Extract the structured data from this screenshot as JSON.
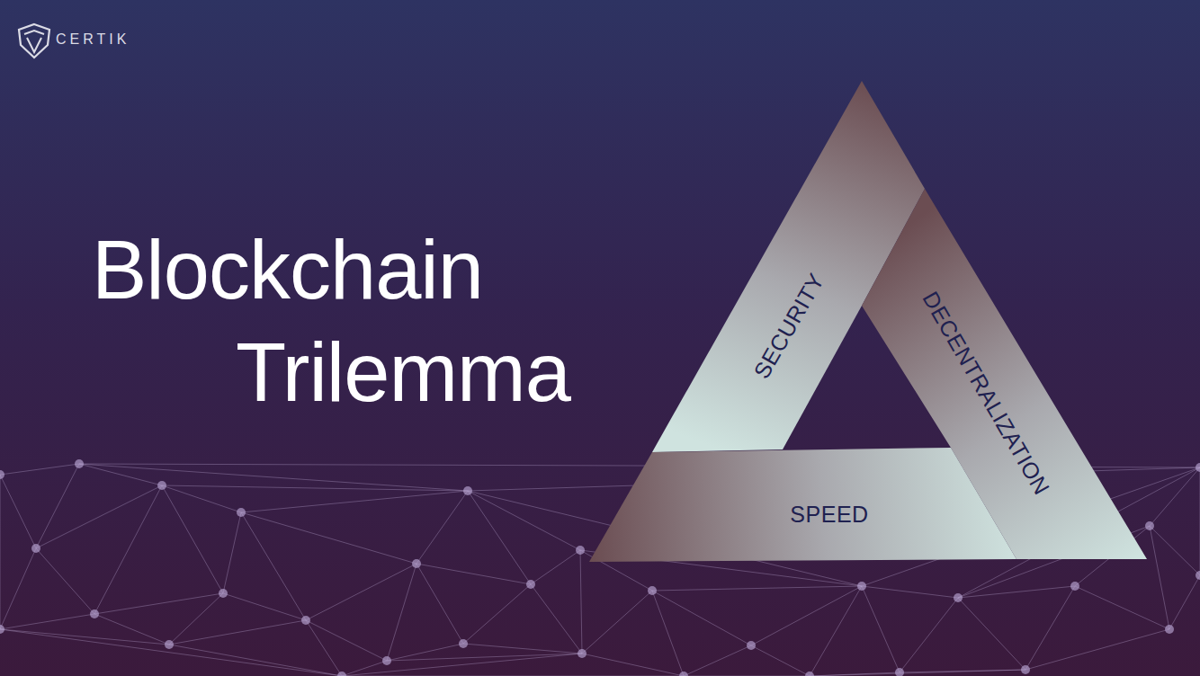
{
  "diagram": {
    "title": "Blockchain Trilemma",
    "nodes": [
      {
        "text": [
          "SECURITY"
        ]
      },
      {
        "text": [
          "DECENTRALIZATION"
        ]
      },
      {
        "text": [
          "SPEED"
        ]
      }
    ],
    "labels": [
      "CERTIK"
    ]
  }
}
